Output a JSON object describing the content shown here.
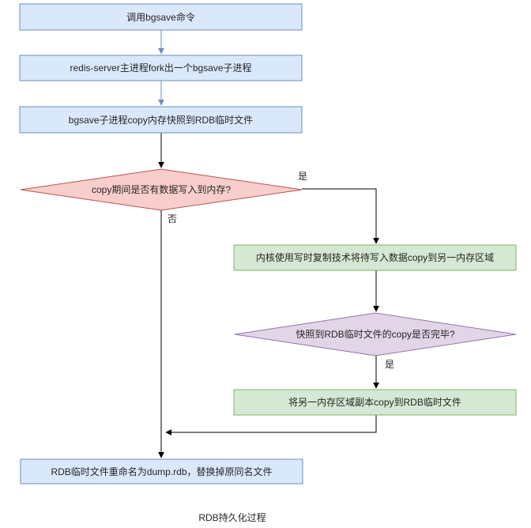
{
  "diagram": {
    "caption": "RDB持久化过程",
    "nodes": {
      "start": {
        "label": "调用bgsave命令",
        "type": "process"
      },
      "fork": {
        "label": "redis-server主进程fork出一个bgsave子进程",
        "type": "process"
      },
      "copy_snapshot": {
        "label": "bgsave子进程copy内存快照到RDB临时文件",
        "type": "process"
      },
      "decision_write": {
        "label": "copy期间是否有数据写入到内存?",
        "type": "decision"
      },
      "cow": {
        "label": "内核使用写时复制技术将待写入数据copy到另一内存区域",
        "type": "action"
      },
      "decision_done": {
        "label": "快照到RDB临时文件的copy是否完毕?",
        "type": "decision"
      },
      "copy_region": {
        "label": "将另一内存区域副本copy到RDB临时文件",
        "type": "action"
      },
      "rename": {
        "label": "RDB临时文件重命名为dump.rdb，替换掉原同名文件",
        "type": "process"
      }
    },
    "edge_labels": {
      "yes_write": "是",
      "no_write": "否",
      "yes_done": "是"
    },
    "colors": {
      "process_fill": "#dae8fc",
      "process_stroke": "#6c8ebf",
      "decision_red_fill": "#f8cecc",
      "decision_red_stroke": "#b85450",
      "action_green_fill": "#d5e8d4",
      "action_green_stroke": "#82b366",
      "decision_purple_fill": "#e1d5e7",
      "decision_purple_stroke": "#9673a6",
      "connector_blue": "#6c8ebf",
      "connector_black": "#000000"
    }
  }
}
